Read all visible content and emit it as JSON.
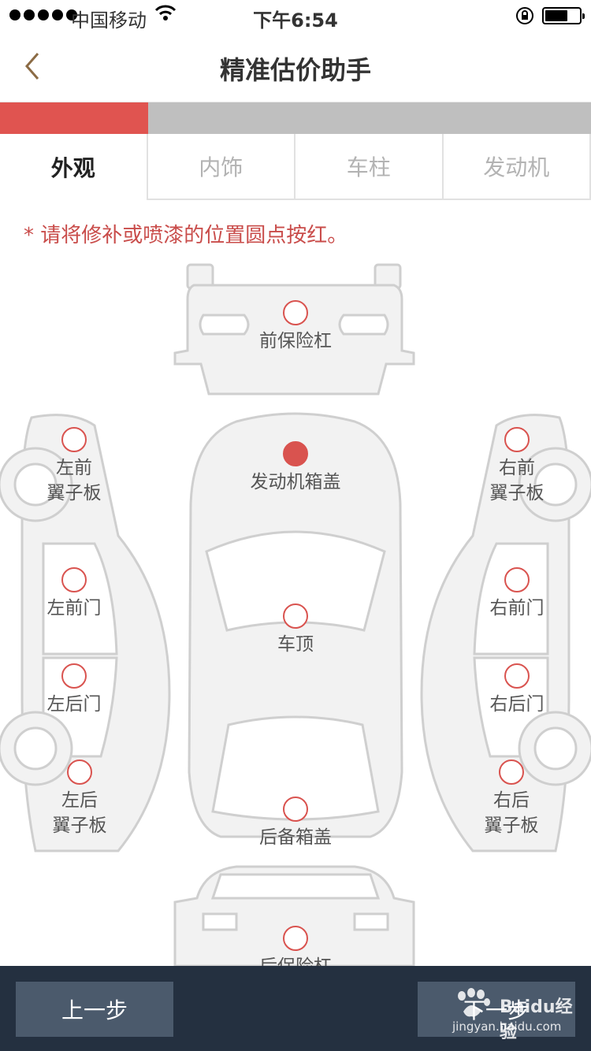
{
  "status_bar": {
    "carrier": "中国移动",
    "time": "下午6:54"
  },
  "nav": {
    "title": "精准估价助手"
  },
  "progress": {
    "fraction": 0.25,
    "color": "#e05450"
  },
  "tabs": [
    {
      "label": "外观",
      "active": true
    },
    {
      "label": "内饰",
      "active": false
    },
    {
      "label": "车柱",
      "active": false
    },
    {
      "label": "发动机",
      "active": false
    }
  ],
  "hint": "* 请将修补或喷漆的位置圆点按红。",
  "spots": {
    "front_bumper": {
      "label": "前保险杠",
      "selected": false
    },
    "hood": {
      "label": "发动机箱盖",
      "selected": true
    },
    "roof": {
      "label": "车顶",
      "selected": false
    },
    "trunk_lid": {
      "label": "后备箱盖",
      "selected": false
    },
    "rear_bumper": {
      "label": "后保险杠",
      "selected": false
    },
    "left_front_fender": {
      "label": "左前\n翼子板",
      "selected": false
    },
    "left_front_door": {
      "label": "左前门",
      "selected": false
    },
    "left_rear_door": {
      "label": "左后门",
      "selected": false
    },
    "left_rear_fender": {
      "label": "左后\n翼子板",
      "selected": false
    },
    "right_front_fender": {
      "label": "右前\n翼子板",
      "selected": false
    },
    "right_front_door": {
      "label": "右前门",
      "selected": false
    },
    "right_rear_door": {
      "label": "右后门",
      "selected": false
    },
    "right_rear_fender": {
      "label": "右后\n翼子板",
      "selected": false
    }
  },
  "footer": {
    "prev_label": "上一步",
    "next_label": "下一步"
  },
  "watermark": {
    "brand": "Baidu经验",
    "url": "jingyan.baidu.com"
  },
  "colors": {
    "accent": "#d9534f",
    "footer_bg": "#243040",
    "button_bg": "#4b5a6c"
  }
}
